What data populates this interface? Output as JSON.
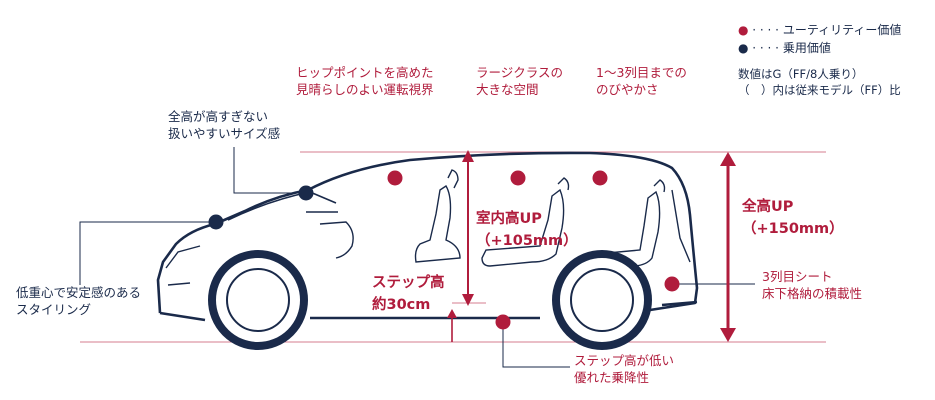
{
  "legend": {
    "utility": "● · · · · ユーティリティー価値",
    "passenger": "● · · · · 乗用価値",
    "utility_color": "#b01c3c",
    "passenger_color": "#1a2a4a"
  },
  "notes": {
    "line1": "数値はG（FF/8人乗り）",
    "line2": "（　）内は従来モデル（FF）比"
  },
  "callouts": {
    "hip_point": [
      "ヒップポイントを高めた",
      "見晴らしのよい運転視界"
    ],
    "large_space": [
      "ラージクラスの",
      "大きな空間"
    ],
    "row_space": [
      "1～3列目までの",
      "のびやかさ"
    ],
    "size_feel": [
      "全高が高すぎない",
      "扱いやすいサイズ感"
    ],
    "styling": [
      "低重心で安定感のある",
      "スタイリング"
    ],
    "third_row": [
      "3列目シート",
      "床下格納の積載性"
    ],
    "step_low": [
      "ステップ高が低い",
      "優れた乗降性"
    ]
  },
  "measures": {
    "interior_height": [
      "室内高UP",
      "（+105mm）"
    ],
    "overall_height": [
      "全高UP",
      "（+150mm）"
    ],
    "step_height": [
      "ステップ高",
      "約30cm"
    ]
  }
}
